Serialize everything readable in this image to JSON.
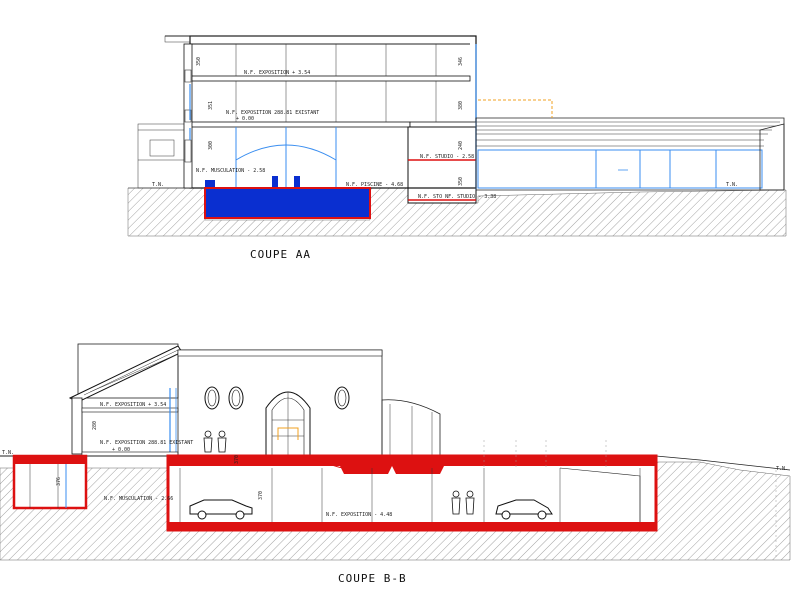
{
  "section_aa": {
    "title": "COUPE AA",
    "labels": {
      "expo_top": "N.F. EXPOSITION + 3.54",
      "expo_exist": "N.F. EXPOSITION 288.81 EXISTANT",
      "expo_exist_level": "+ 0.00",
      "musculation": "N.F. MUSCULATION - 2.58",
      "piscine": "N.F. PISCINE - 4.68",
      "studio": "N.F. STUDIO - 2.58",
      "sto_studio": "N.F. STO NF. STUDIO - 3.38",
      "tn_left": "T.N.",
      "tn_right": "T.N."
    },
    "dims": [
      "350",
      "351",
      "300",
      "346",
      "380",
      "240",
      "350"
    ]
  },
  "section_bb": {
    "title": "COUPE B-B",
    "labels": {
      "expo_top": "N.F. EXPOSITION + 3.54",
      "expo_exist": "N.F. EXPOSITION 288.81 EXISTANT",
      "expo_exist_level": "+ 0.00",
      "musculation": "N.F. MUSCULATION - 2.66",
      "expo_low": "N.F. EXPOSITION - 4.48",
      "tn_left": "T.N.",
      "tn_right": "T.N."
    },
    "dims": [
      "376",
      "280",
      "370",
      "370"
    ]
  },
  "colors": {
    "pool_blue": "#0a2fd0",
    "slab_red": "#dd1111",
    "glass_blue": "#3a8ef0",
    "dashed_orange": "#f0a020",
    "hatch": "#888888"
  }
}
